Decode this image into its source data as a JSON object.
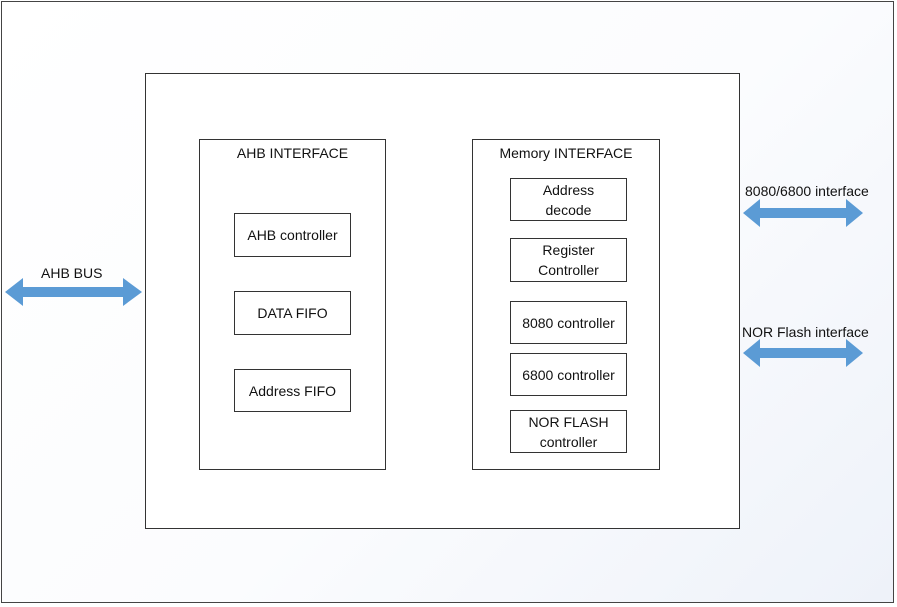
{
  "labels": {
    "ahb_bus": "AHB BUS",
    "parallel_interface": "8080/6800 interface",
    "nor_interface": "NOR Flash interface"
  },
  "ahb_interface": {
    "title": "AHB INTERFACE",
    "blocks": [
      "AHB controller",
      "DATA FIFO",
      "Address FIFO"
    ]
  },
  "memory_interface": {
    "title": "Memory INTERFACE",
    "blocks": [
      "Address\ndecode",
      "Register\nController",
      "8080 controller",
      "6800 controller",
      "NOR FLASH\ncontroller"
    ]
  },
  "colors": {
    "arrow": "#5b9bd5",
    "border": "#333333"
  }
}
